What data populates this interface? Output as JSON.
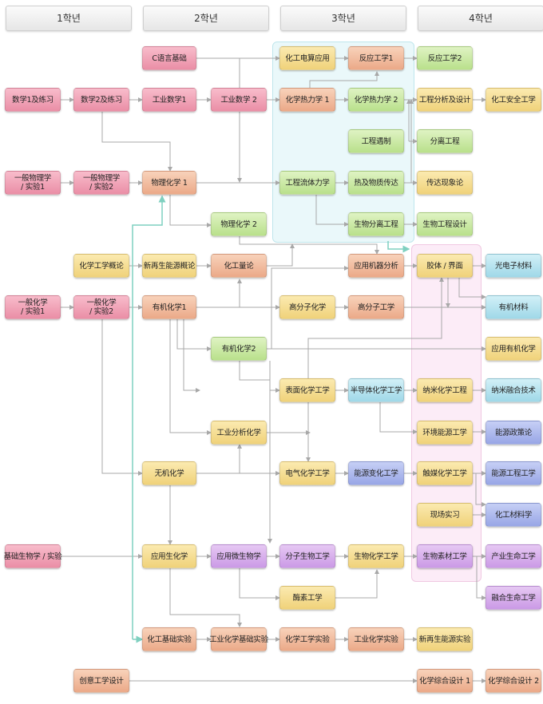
{
  "years": [
    "1학년",
    "2학년",
    "3학년",
    "4학년"
  ],
  "nodes": {
    "c_lang": "C语言基础",
    "math1": "数学1及练习",
    "math2": "数学2及练习",
    "ind_math1": "工业数学1",
    "ind_math2": "工业数学 2",
    "gen_phys1": "一般物理学\n/ 实验1",
    "gen_phys2": "一般物理学\n/ 实验2",
    "phys_chem1": "物理化学 1",
    "phys_chem2": "物理化学 2",
    "chem_eng_intro": "化学工学概论",
    "renew_intro": "新再生能源概论",
    "chem_quant": "化工量论",
    "gen_chem1": "一般化学\n/ 实验1",
    "gen_chem2": "一般化学\n/ 实验2",
    "org_chem1": "有机化学1",
    "org_chem2": "有机化学2",
    "ind_anal_chem": "工业分析化学",
    "inorg_chem": "无机化学",
    "basic_bio": "基础生物学 / 实验",
    "app_biochem": "应用生化学",
    "app_microbio": "应用微生物学",
    "chem_basic_exp": "化工基础实验",
    "ind_chem_basic_exp": "工业化学基础实验",
    "creative_design": "创意工学设计",
    "chem_comp": "化工电算应用",
    "thermo1": "化学热力学 1",
    "fluid": "工程流体力学",
    "polymer_chem": "高分子化学",
    "surface_chem": "表面化学工学",
    "electrochem": "电气化学工学",
    "mol_bio": "分子生物工学",
    "enzyme": "酶素工学",
    "chem_eng_exp": "化学工学实验",
    "reaction1": "反应工学1",
    "thermo2": "化学热力学 2",
    "process_ctrl": "工程遇制",
    "heat_mass": "热及物质传达",
    "bio_sep": "生物分离工程",
    "app_instr": "应用机器分析",
    "polymer_eng": "高分子工学",
    "semicon": "半导体化学工学",
    "energy_conv": "能源变化工学",
    "biochem_eng": "生物化学工学",
    "ind_chem_exp": "工业化学实验",
    "reaction2": "反应工学2",
    "proc_anal": "工程分析及设计",
    "separation": "分离工程",
    "transport": "传达现象论",
    "bio_design": "生物工程设计",
    "colloid": "胶体 / 界面",
    "nano_chem": "纳米化学工程",
    "env_energy": "环境能源工学",
    "catalysis": "触媒化学工学",
    "field_training": "现场实习",
    "bio_material": "生物素材工学",
    "renew_exp": "新再生能源实验",
    "chem_design1": "化学综合设计 1",
    "chem_safety": "化工安全工学",
    "optoelec": "光电子材料",
    "organic_mat": "有机材料",
    "app_org_chem": "应用有机化学",
    "nano_fusion": "纳米融合技术",
    "energy_policy": "能源政策论",
    "energy_eng": "能源工程工学",
    "chem_materials": "化工材料学",
    "ind_life": "产业生命工学",
    "fusion_life": "融合生命工学",
    "chem_design2": "化学综合设计 2"
  },
  "colors": {
    "pink": "#ea8ea6",
    "orange": "#eba988",
    "yellow": "#f0d27a",
    "green": "#b9e08b",
    "cyan": "#9fd8e8",
    "blue": "#98a6e6",
    "purple": "#cb9ae6",
    "line": "#a8a8a8",
    "highlight_line": "#7fd0c0",
    "region_3rd": "#eaf8fa",
    "region_4th": "#fcecf7"
  }
}
